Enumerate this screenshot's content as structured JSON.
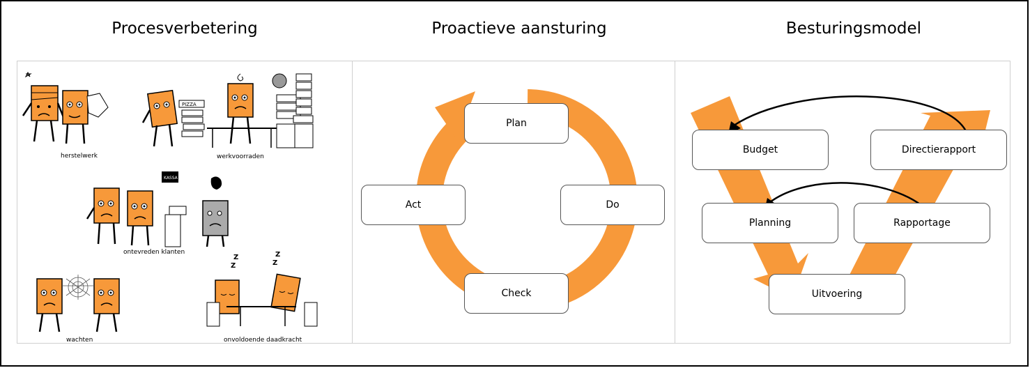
{
  "headings": {
    "left": "Procesverbetering",
    "middle": "Proactieve aansturing",
    "right": "Besturingsmodel"
  },
  "waste": {
    "captions": [
      "herstelwerk",
      "werkvoorraden",
      "ontevreden klanten",
      "wachten",
      "onvoldoende daadkracht"
    ],
    "signs": {
      "pizza": "PIZZA",
      "kassa": "KASSA"
    }
  },
  "pdca": {
    "plan": "Plan",
    "do": "Do",
    "check": "Check",
    "act": "Act"
  },
  "model": {
    "budget": "Budget",
    "directie": "Directierapport",
    "planning": "Planning",
    "rapportage": "Rapportage",
    "uitvoering": "Uitvoering"
  },
  "colors": {
    "orange": "#f7993a",
    "box_border": "#555555"
  }
}
